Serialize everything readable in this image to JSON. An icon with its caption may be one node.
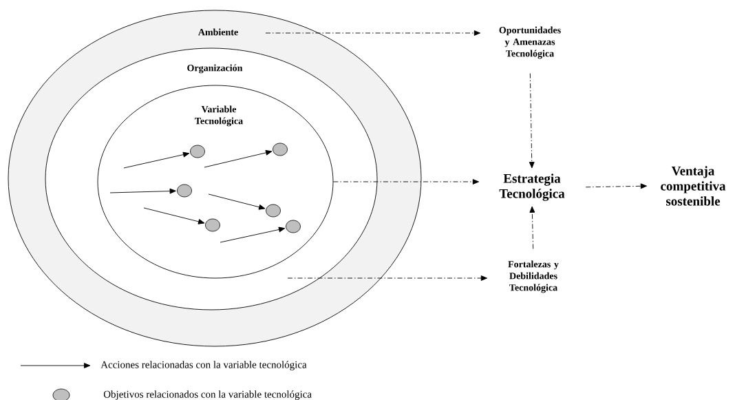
{
  "diagram": {
    "nodes": [
      {
        "text": [
          "Ambiente"
        ]
      },
      {
        "text": [
          "Organización"
        ],
        "in": 0
      },
      {
        "text": [
          "Variable Tecnológica"
        ],
        "in": 1
      },
      {
        "text": [
          "Oportunidades y Amenazas Tecnológica"
        ]
      },
      {
        "text": [
          "Estrategia Tecnológica"
        ]
      },
      {
        "text": [
          "Ventaja competitiva sostenible"
        ]
      },
      {
        "text": [
          "Fortalezas y Debilidades Tecnológica"
        ]
      },
      {
        "text": [],
        "shape": "circle",
        "in": 2
      },
      {
        "text": [],
        "shape": "circle",
        "in": 2
      },
      {
        "text": [],
        "shape": "circle",
        "in": 2
      },
      {
        "text": [],
        "shape": "circle",
        "in": 2
      },
      {
        "text": [],
        "shape": "circle",
        "in": 2
      },
      {
        "text": [],
        "shape": "circle",
        "in": 2
      }
    ],
    "edges": [
      {
        "from": 0,
        "to": 3,
        "arrow": "to",
        "style": "dashed"
      },
      {
        "from": 2,
        "to": 4,
        "arrow": "to",
        "style": "dashed"
      },
      {
        "from": 1,
        "to": 6,
        "arrow": "to",
        "style": "dashed"
      },
      {
        "from": 3,
        "to": 4,
        "arrow": "to",
        "style": "dashed"
      },
      {
        "from": 6,
        "to": 4,
        "arrow": "to",
        "style": "dashed"
      },
      {
        "from": 4,
        "to": 5,
        "arrow": "to",
        "style": "dashed"
      },
      {
        "from": null,
        "to": 7,
        "arrow": "to"
      },
      {
        "from": null,
        "to": 8,
        "arrow": "to"
      },
      {
        "from": null,
        "to": 9,
        "arrow": "to"
      },
      {
        "from": null,
        "to": 10,
        "arrow": "to"
      },
      {
        "from": null,
        "to": 11,
        "arrow": "to"
      },
      {
        "from": null,
        "to": 12,
        "arrow": "to"
      }
    ],
    "legend": [
      {
        "text": "Acciones relacionadas con la variable tecnológica"
      },
      {
        "text": "Objetivos relacionados con la variable tecnológica"
      }
    ]
  }
}
